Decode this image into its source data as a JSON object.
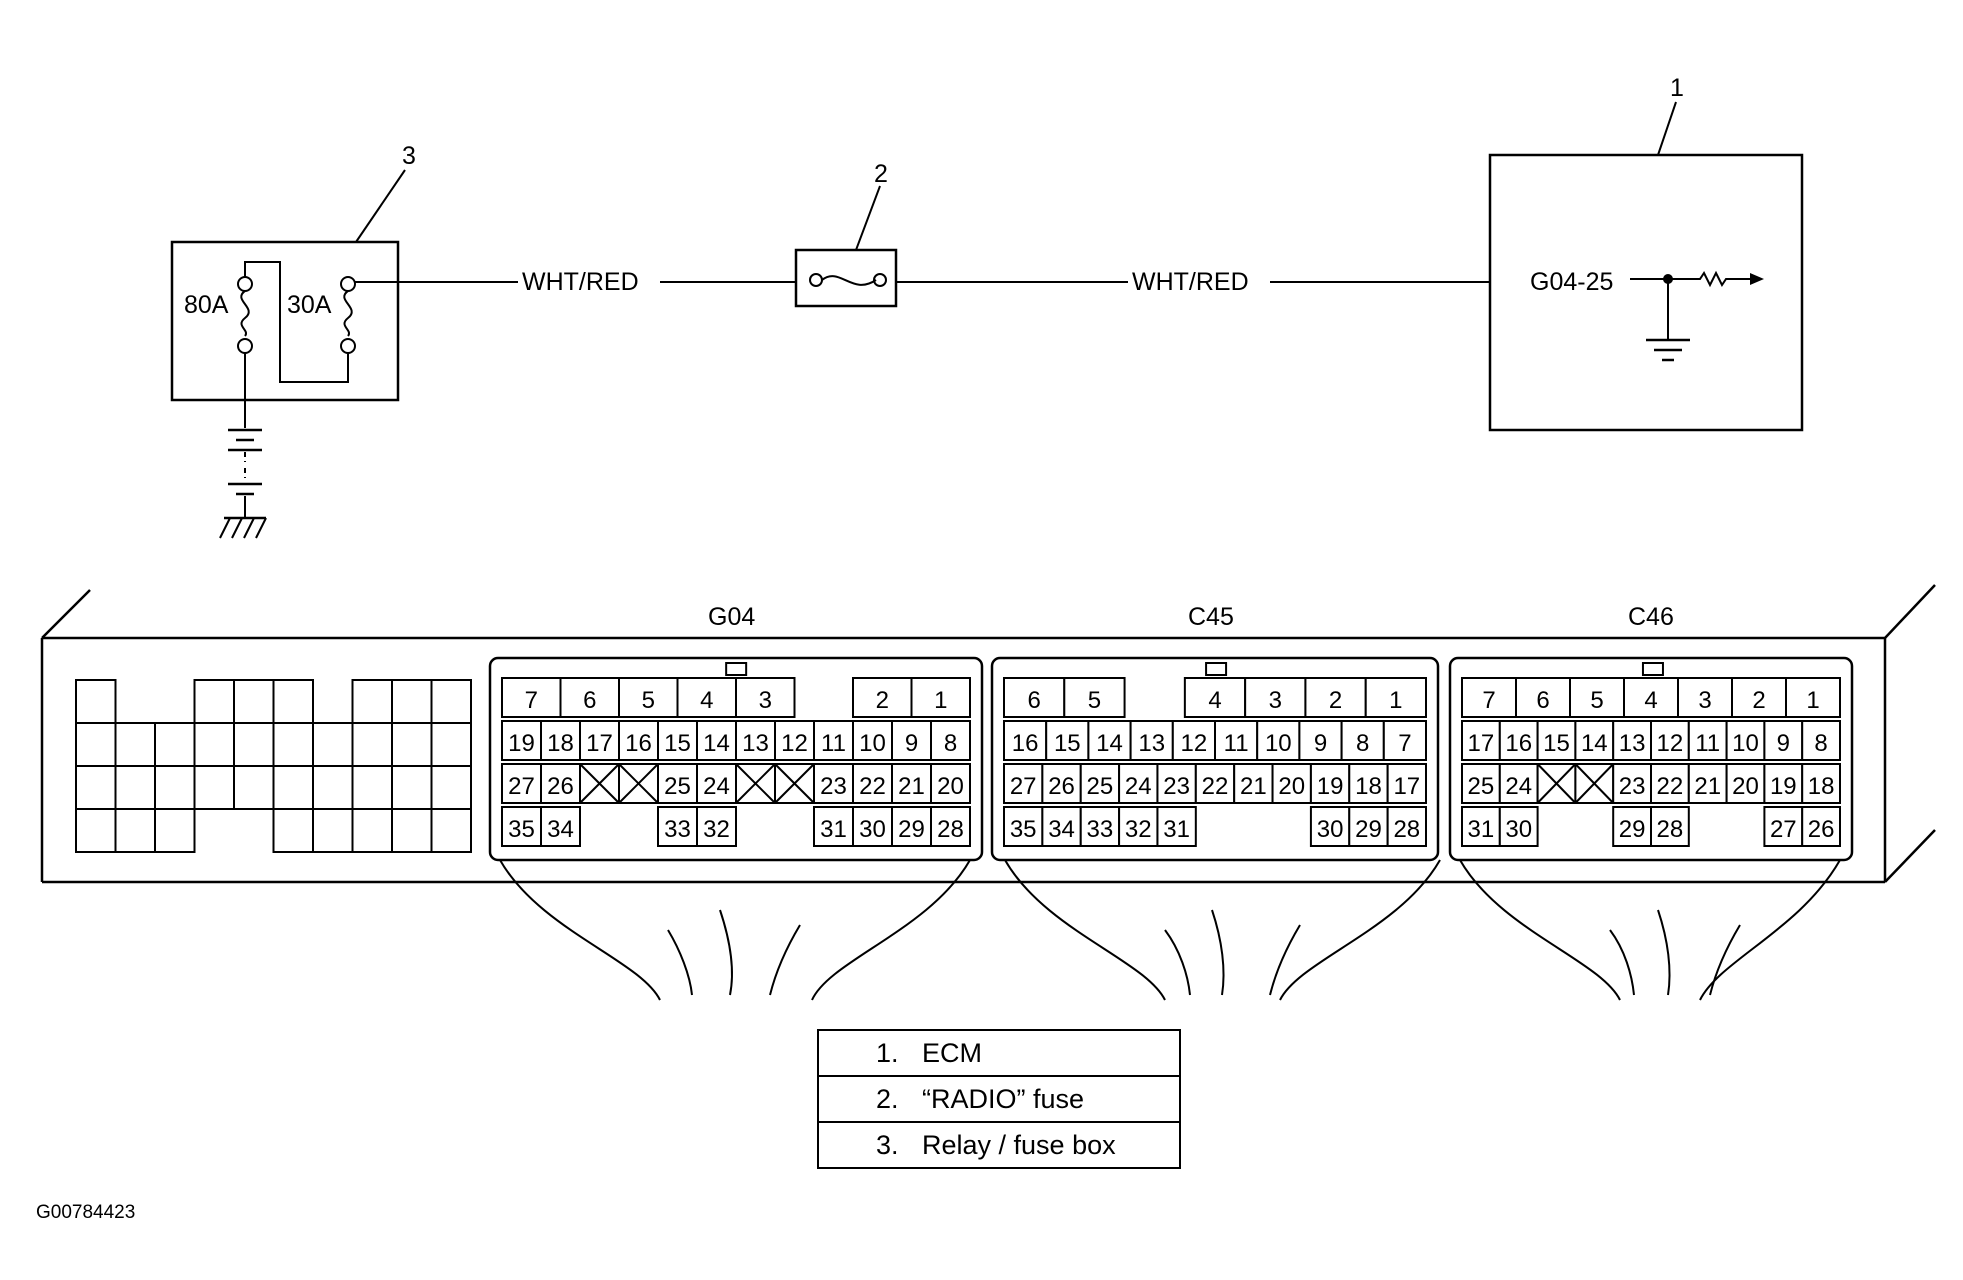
{
  "components": {
    "ecm": {
      "callout": "1",
      "pin_label": "G04-25"
    },
    "radio_fuse": {
      "callout": "2"
    },
    "relay_fuse_box": {
      "callout": "3",
      "fuse_a": "80A",
      "fuse_b": "30A"
    }
  },
  "wires": {
    "left_label": "WHT/RED",
    "right_label": "WHT/RED"
  },
  "connectors": {
    "g04": {
      "title": "G04",
      "rows": [
        [
          "7",
          "6",
          "5",
          "4",
          "3",
          "",
          "2",
          "1"
        ],
        [
          "19",
          "18",
          "17",
          "16",
          "15",
          "14",
          "13",
          "12",
          "11",
          "10",
          "9",
          "8"
        ],
        [
          "27",
          "26",
          "X",
          "X",
          "25",
          "24",
          "X",
          "X",
          "23",
          "22",
          "21",
          "20"
        ],
        [
          "35",
          "34",
          "",
          "",
          "33",
          "32",
          "",
          "",
          "31",
          "30",
          "29",
          "28"
        ]
      ]
    },
    "c45": {
      "title": "C45",
      "rows": [
        [
          "6",
          "5",
          "",
          "4",
          "3",
          "2",
          "1"
        ],
        [
          "16",
          "15",
          "14",
          "13",
          "12",
          "11",
          "10",
          "9",
          "8",
          "7"
        ],
        [
          "27",
          "26",
          "25",
          "24",
          "23",
          "22",
          "21",
          "20",
          "19",
          "18",
          "17"
        ],
        [
          "35",
          "34",
          "33",
          "32",
          "31",
          "",
          "",
          "",
          "30",
          "29",
          "28"
        ]
      ]
    },
    "c46": {
      "title": "C46",
      "rows": [
        [
          "7",
          "6",
          "5",
          "4",
          "3",
          "2",
          "1"
        ],
        [
          "17",
          "16",
          "15",
          "14",
          "13",
          "12",
          "11",
          "10",
          "9",
          "8"
        ],
        [
          "25",
          "24",
          "X",
          "X",
          "23",
          "22",
          "21",
          "20",
          "19",
          "18"
        ],
        [
          "31",
          "30",
          "",
          "",
          "29",
          "28",
          "",
          "",
          "27",
          "26"
        ]
      ]
    }
  },
  "legend": [
    {
      "num": "1.",
      "text": "ECM"
    },
    {
      "num": "2.",
      "text": "“RADIO” fuse"
    },
    {
      "num": "3.",
      "text": "Relay / fuse box"
    }
  ],
  "figure_id": "G00784423"
}
